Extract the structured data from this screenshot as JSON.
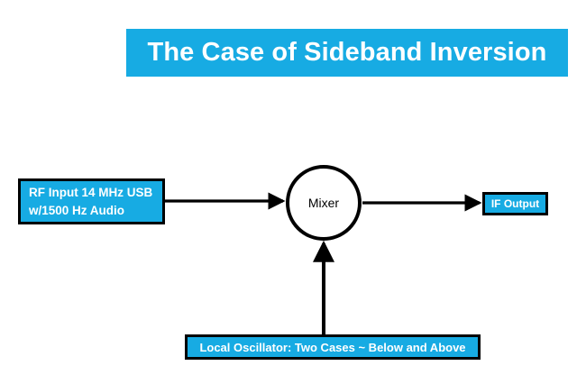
{
  "title": {
    "text": "The Case of Sideband Inversion"
  },
  "diagram": {
    "type": "block-diagram",
    "nodes": [
      {
        "id": "rf-input",
        "label": "RF Input 14 MHz USB\nw/1500 Hz Audio",
        "shape": "rectangle",
        "fill": "#17ABE3",
        "text_color": "#ffffff",
        "border_color": "#000000"
      },
      {
        "id": "mixer",
        "label": "Mixer",
        "shape": "circle",
        "fill": "#ffffff",
        "text_color": "#000000",
        "border_color": "#000000"
      },
      {
        "id": "if-output",
        "label": "IF Output",
        "shape": "rectangle",
        "fill": "#17ABE3",
        "text_color": "#ffffff",
        "border_color": "#000000"
      },
      {
        "id": "local-oscillator",
        "label": "Local Oscillator: Two Cases ~ Below and Above",
        "shape": "rectangle",
        "fill": "#17ABE3",
        "text_color": "#ffffff",
        "border_color": "#000000"
      }
    ],
    "edges": [
      {
        "id": "rf-to-mixer",
        "from": "rf-input",
        "to": "mixer",
        "direction": "right",
        "style": "solid-arrow"
      },
      {
        "id": "mixer-to-if",
        "from": "mixer",
        "to": "if-output",
        "direction": "right",
        "style": "solid-arrow"
      },
      {
        "id": "lo-to-mixer",
        "from": "local-oscillator",
        "to": "mixer",
        "direction": "up",
        "style": "solid-arrow"
      }
    ]
  },
  "colors": {
    "accent_blue": "#17ABE3",
    "stroke_black": "#000000",
    "background": "#ffffff",
    "text_on_accent": "#ffffff"
  }
}
